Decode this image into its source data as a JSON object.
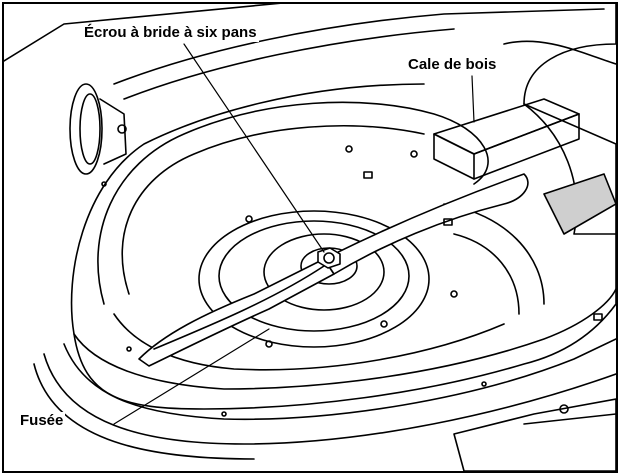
{
  "labels": {
    "nut": "Écrou à bride à six pans",
    "wood_block": "Cale de bois",
    "spindle": "Fusée"
  },
  "colors": {
    "ink": "#000000",
    "paper": "#ffffff",
    "shade": "#cfcfcf"
  }
}
